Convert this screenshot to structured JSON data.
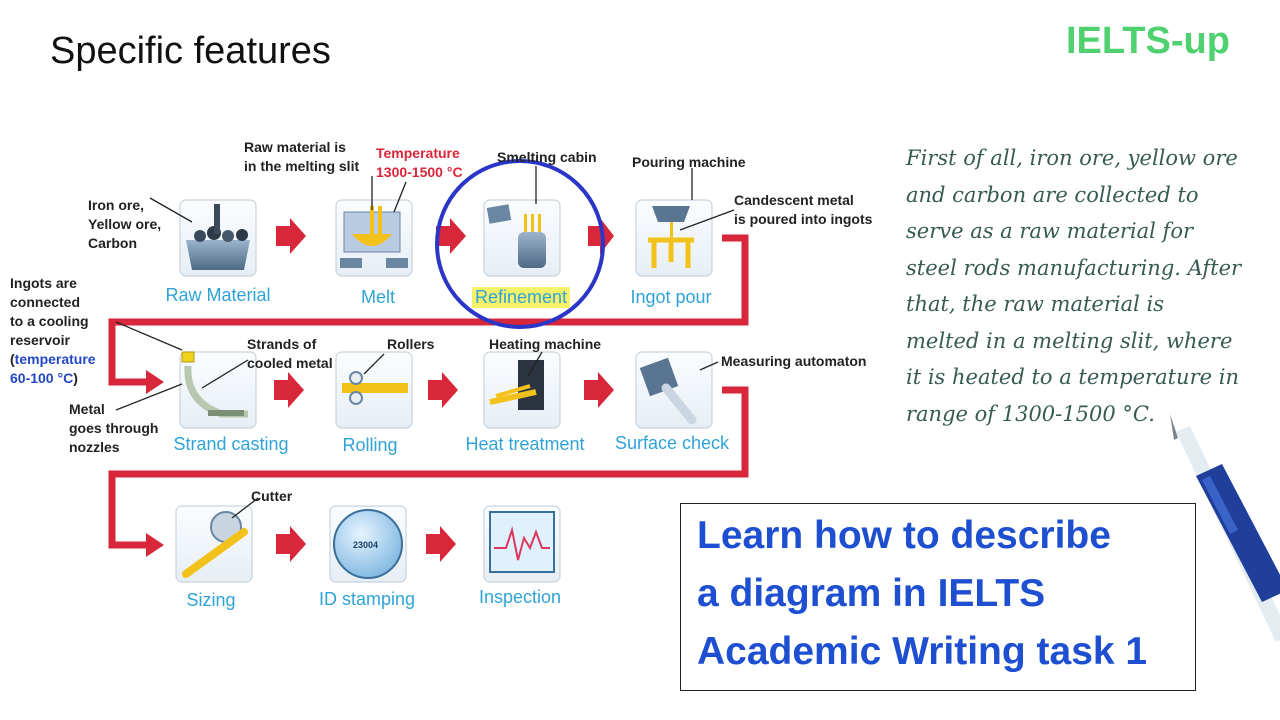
{
  "slide": {
    "title": "Specific features",
    "brand": "IELTS-up"
  },
  "stages": [
    {
      "id": "raw",
      "label": "Raw Material"
    },
    {
      "id": "melt",
      "label": "Melt"
    },
    {
      "id": "refine",
      "label": "Refinement"
    },
    {
      "id": "ingot",
      "label": "Ingot pour"
    },
    {
      "id": "strand",
      "label": "Strand casting"
    },
    {
      "id": "rolling",
      "label": "Rolling"
    },
    {
      "id": "heat",
      "label": "Heat treatment"
    },
    {
      "id": "surface",
      "label": "Surface check"
    },
    {
      "id": "sizing",
      "label": "Sizing"
    },
    {
      "id": "id",
      "label": "ID stamping"
    },
    {
      "id": "inspect",
      "label": "Inspection"
    }
  ],
  "annotations": {
    "iron_ore": [
      "Iron ore,",
      "Yellow ore,",
      "Carbon"
    ],
    "raw_in_slit": [
      "Raw material is",
      "in the melting slit"
    ],
    "temperature_melt": [
      "Temperature",
      "1300-1500 °C"
    ],
    "smelting_cabin": "Smelting cabin",
    "pouring_machine": "Pouring machine",
    "candescent": [
      "Candescent metal",
      "is poured into ingots"
    ],
    "ingots_connected": [
      "Ingots are",
      "connected",
      "to a cooling",
      "reservoir"
    ],
    "temp_reservoir_word": "temperature",
    "temp_reservoir_value": "60-100 °C",
    "strands": [
      "Strands of",
      "cooled metal"
    ],
    "rollers": "Rollers",
    "heating_machine": "Heating machine",
    "measuring": "Measuring automaton",
    "metal_nozzles": [
      "Metal",
      "goes through",
      "nozzles"
    ],
    "cutter": "Cutter",
    "stamp_number": "23004"
  },
  "note_lines": [
    "First of all, iron ore, yellow ore",
    "and carbon are collected to",
    "serve as a raw material for",
    "steel rods manufacturing. After",
    "that, the raw material is",
    "melted in a melting slit, where",
    "it is heated to a temperature in",
    "range of 1300-1500 °C."
  ],
  "cta_lines": [
    "Learn how to describe",
    "a diagram in IELTS",
    "Academic Writing task 1"
  ],
  "colors": {
    "flow_red": "#d8263a",
    "stage_blue": "#2fa3d8",
    "circle_blue": "#2a36c8",
    "cta_blue": "#1d4fd0",
    "brand_green": "#4fd16f",
    "highlight": "#f7f26a"
  },
  "icons": [
    "pen-icon"
  ]
}
